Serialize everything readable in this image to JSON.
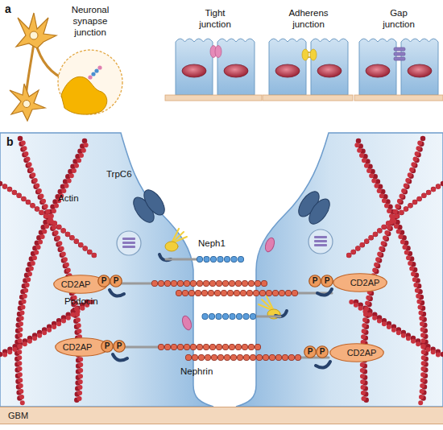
{
  "diagram": {
    "nodes": [
      {
        "text": [
          "CD2AP"
        ]
      },
      {
        "text": [
          "P"
        ]
      },
      {
        "text": [
          "P"
        ]
      },
      {
        "text": [
          "P"
        ]
      },
      {
        "text": [
          "P"
        ]
      },
      {
        "text": [
          "CD2AP"
        ]
      },
      {
        "text": [
          "CD2AP"
        ]
      },
      {
        "text": [
          "P"
        ]
      },
      {
        "text": [
          "P"
        ]
      },
      {
        "text": [
          "P"
        ]
      },
      {
        "text": [
          "P"
        ]
      },
      {
        "text": [
          "CD2AP"
        ]
      },
      {
        "text": [
          "GBM"
        ]
      }
    ],
    "labels": [
      "a",
      "Neuronal synapse junction",
      "Tight junction",
      "Adherens junction",
      "Gap junction",
      "b",
      "Actin",
      "TrpC6",
      "Neph1",
      "Podocin",
      "Nephrin"
    ]
  }
}
